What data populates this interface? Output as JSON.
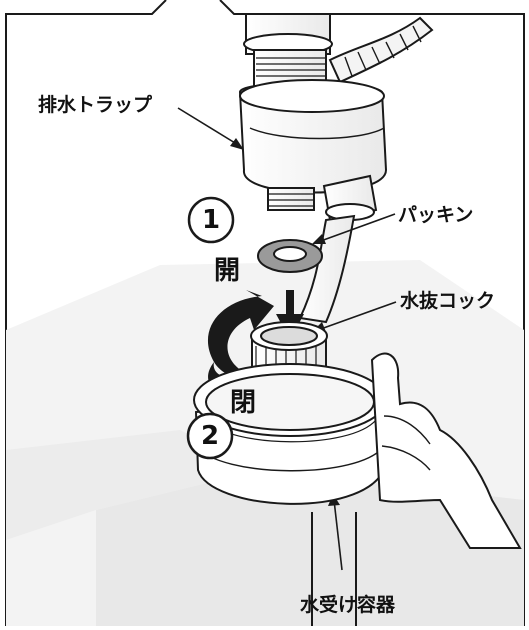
{
  "labels": {
    "drain_trap": "排水トラップ",
    "packing": "パッキン",
    "drain_cock": "水抜コック",
    "water_container": "水受け容器",
    "open": "開",
    "close": "閉",
    "step1": "1",
    "step2": "2"
  },
  "colors": {
    "line": "#1a1a1a",
    "fill_light": "#ffffff",
    "shadow": "#e6e6e6",
    "ring_gray": "#9a9a9a"
  }
}
